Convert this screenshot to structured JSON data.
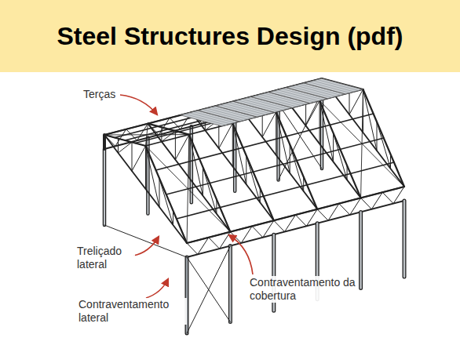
{
  "diagram": {
    "title": "Steel Structures Design (pdf)",
    "labels": [
      "Terças",
      "Treliçado lateral",
      "Contraventamento lateral",
      "Contraventamento da cobertura"
    ]
  }
}
